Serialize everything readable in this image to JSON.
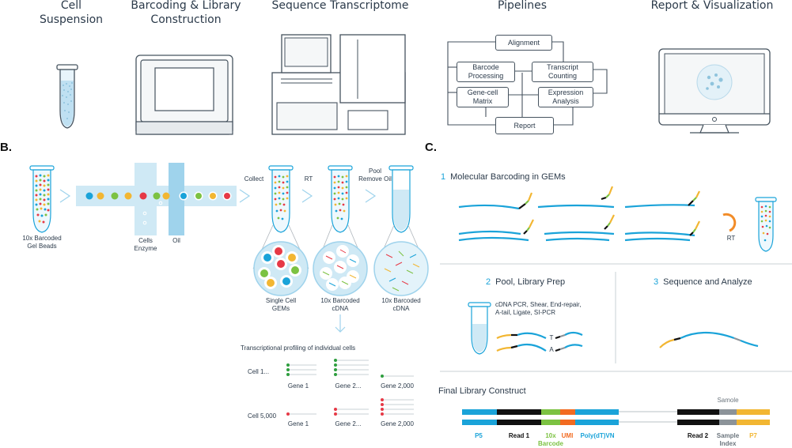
{
  "top": {
    "cell_suspension": "Cell\nSuspension",
    "barcoding": "Barcoding & Library\nConstruction",
    "sequence": "Sequence Transcriptome",
    "pipelines": "Pipelines",
    "report_vis": "Report & Visualization"
  },
  "pipeline_boxes": {
    "alignment": "Alignment",
    "barcode_processing": "Barcode\nProcessing",
    "transcript_counting": "Transcript\nCounting",
    "gene_cell_matrix": "Gene-cell\nMatrix",
    "expression_analysis": "Expression\nAnalysis",
    "report": "Report"
  },
  "section_b": {
    "label": "B.",
    "gel_beads": "10x Barcoded\nGel Beads",
    "cells_enzyme": "Cells\nEnzyme",
    "oil": "Oil",
    "collect": "Collect",
    "rt": "RT",
    "pool_remove_oil": "Pool\nRemove Oil",
    "single_cell_gems": "Single Cell\nGEMs",
    "barcoded_cdna_1": "10x Barcoded\ncDNA",
    "barcoded_cdna_2": "10x Barcoded\ncDNA",
    "profiling_title": "Transcriptional profiling of individual cells",
    "cell_1": "Cell 1...",
    "cell_5000": "Cell 5,000",
    "gene_1a": "Gene 1",
    "gene_2a": "Gene 2...",
    "gene_2000a": "Gene 2,000",
    "gene_1b": "Gene 1",
    "gene_2b": "Gene 2...",
    "gene_2000b": "Gene 2,000"
  },
  "section_c": {
    "label": "C.",
    "step1_num": "1",
    "step1": "Molecular Barcoding in GEMs",
    "rt": "RT",
    "step2_num": "2",
    "step2": "Pool, Library Prep",
    "step2_desc": "cDNA PCR, Shear, End-repair,\nA-tail, Ligate, SI-PCR",
    "t_label": "T",
    "a_label": "A",
    "step3_num": "3",
    "step3": "Sequence and Analyze",
    "final_title": "Final Library Construct",
    "sample_top": "Samole",
    "parts": {
      "p5": "P5",
      "read1": "Read 1",
      "barcode": "10x\nBarcode",
      "umi": "UMI",
      "polydt": "Poly(dT)VN",
      "read2": "Read 2",
      "sample_index": "Sample\nIndex",
      "p7": "P7"
    }
  },
  "colors": {
    "blue": "#1aa3d9",
    "black": "#111111",
    "green": "#7cc242",
    "orange": "#f26b21",
    "grey": "#8c9399",
    "yellow": "#f2b632",
    "red": "#e63946",
    "light_blue": "#cfe9f5"
  }
}
